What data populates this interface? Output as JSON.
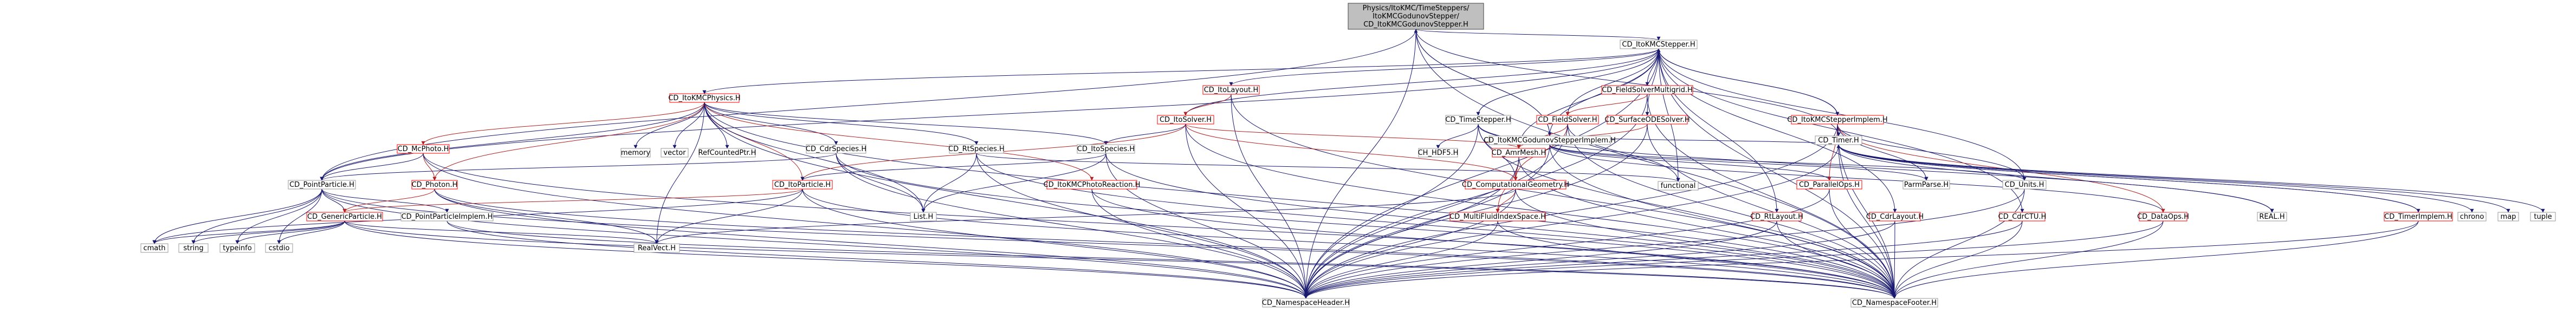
{
  "graph": {
    "colors": {
      "edge": "#191970",
      "edge_red": "#b22222",
      "box_border": "#999999",
      "box_border_red": "#ff0000",
      "root_fill": "#bfbfbf",
      "node_fill": "#ffffff"
    },
    "nodes": [
      {
        "id": "root",
        "label": "Physics/ItoKMC/TimeSteppers/ItoKMCGodunovStepper/CD_ItoKMCGodunovStepper.H",
        "root": true,
        "red": false
      },
      {
        "id": "stepper",
        "label": "CD_ItoKMCStepper.H",
        "red": false
      },
      {
        "id": "godunov_impl",
        "label": "CD_ItoKMCGodunovStepperImplem.H",
        "red": false
      },
      {
        "id": "timer",
        "label": "CD_Timer.H",
        "red": false
      },
      {
        "id": "physics",
        "label": "CD_ItoKMCPhysics.H",
        "red": true
      },
      {
        "id": "itolayout",
        "label": "CD_ItoLayout.H",
        "red": true
      },
      {
        "id": "fieldsolver_mg",
        "label": "CD_FieldSolverMultigrid.H",
        "red": true
      },
      {
        "id": "timestepper",
        "label": "CD_TimeStepper.H",
        "red": false
      },
      {
        "id": "itosolver",
        "label": "CD_ItoSolver.H",
        "red": true
      },
      {
        "id": "fieldsolver",
        "label": "CD_FieldSolver.H",
        "red": true
      },
      {
        "id": "surfaceode",
        "label": "CD_SurfaceODESolver.H",
        "red": true
      },
      {
        "id": "stepper_impl",
        "label": "CD_ItoKMCStepperImplem.H",
        "red": true
      },
      {
        "id": "mcphoto",
        "label": "CD_McPhoto.H",
        "red": true
      },
      {
        "id": "cdrspecies",
        "label": "CD_CdrSpecies.H",
        "red": false
      },
      {
        "id": "rtspecies",
        "label": "CD_RtSpecies.H",
        "red": false
      },
      {
        "id": "itospecies",
        "label": "CD_ItoSpecies.H",
        "red": false
      },
      {
        "id": "memory",
        "label": "memory",
        "red": false
      },
      {
        "id": "vector",
        "label": "vector",
        "red": false
      },
      {
        "id": "refcounted",
        "label": "RefCountedPtr.H",
        "red": false
      },
      {
        "id": "ch_hdf5",
        "label": "CH_HDF5.H",
        "red": false
      },
      {
        "id": "amrmesh",
        "label": "CD_AmrMesh.H",
        "red": true
      },
      {
        "id": "pointparticle",
        "label": "CD_PointParticle.H",
        "red": false
      },
      {
        "id": "photon",
        "label": "CD_Photon.H",
        "red": true
      },
      {
        "id": "itoparticle",
        "label": "CD_ItoParticle.H",
        "red": true
      },
      {
        "id": "photoreaction",
        "label": "CD_ItoKMCPhotoReaction.H",
        "red": true
      },
      {
        "id": "compgeom",
        "label": "CD_ComputationalGeometry.H",
        "red": true
      },
      {
        "id": "functional",
        "label": "functional",
        "red": false
      },
      {
        "id": "parallelops",
        "label": "CD_ParallelOps.H",
        "red": true
      },
      {
        "id": "parmparse",
        "label": "ParmParse.H",
        "red": false
      },
      {
        "id": "units",
        "label": "CD_Units.H",
        "red": false
      },
      {
        "id": "listh",
        "label": "List.H",
        "red": false
      },
      {
        "id": "genericparticle",
        "label": "CD_GenericParticle.H",
        "red": true
      },
      {
        "id": "pp_implem",
        "label": "CD_PointParticleImplem.H",
        "red": false
      },
      {
        "id": "multifluid",
        "label": "CD_MultiFluidIndexSpace.H",
        "red": true
      },
      {
        "id": "rtlayout",
        "label": "CD_RtLayout.H",
        "red": true
      },
      {
        "id": "cdrlayout",
        "label": "CD_CdrLayout.H",
        "red": true
      },
      {
        "id": "cdrctu",
        "label": "CD_CdrCTU.H",
        "red": true
      },
      {
        "id": "dataops",
        "label": "CD_DataOps.H",
        "red": true
      },
      {
        "id": "realh",
        "label": "REAL.H",
        "red": false
      },
      {
        "id": "timerimplem",
        "label": "CD_TimerImplem.H",
        "red": true
      },
      {
        "id": "chrono",
        "label": "chrono",
        "red": false
      },
      {
        "id": "map",
        "label": "map",
        "red": false
      },
      {
        "id": "tuple",
        "label": "tuple",
        "red": false
      },
      {
        "id": "cmath",
        "label": "cmath",
        "red": false
      },
      {
        "id": "string",
        "label": "string",
        "red": false
      },
      {
        "id": "typeinfo",
        "label": "typeinfo",
        "red": false
      },
      {
        "id": "cstdio",
        "label": "cstdio",
        "red": false
      },
      {
        "id": "realvect",
        "label": "RealVect.H",
        "red": false
      },
      {
        "id": "nsheader",
        "label": "CD_NamespaceHeader.H",
        "red": false
      },
      {
        "id": "nsfooter",
        "label": "CD_NamespaceFooter.H",
        "red": false
      }
    ]
  }
}
